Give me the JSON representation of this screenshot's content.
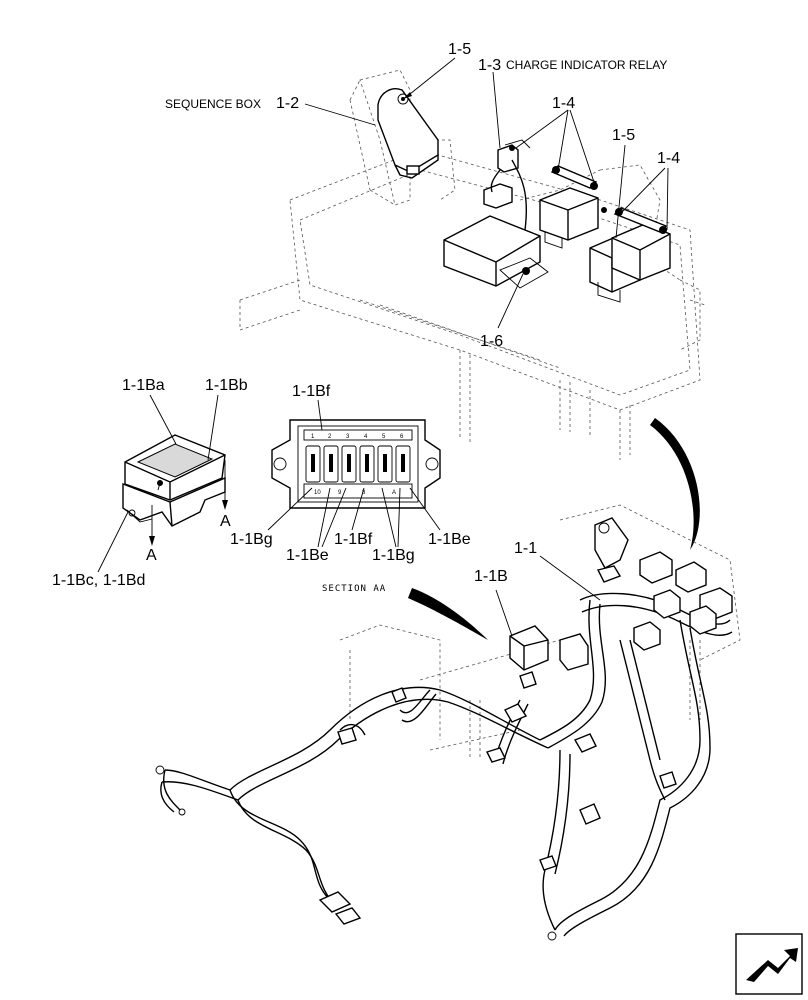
{
  "labels": {
    "sequence_box": "SEQUENCE BOX",
    "p1_2": "1-2",
    "p1_5_top": "1-5",
    "p1_3": "1-3",
    "charge_relay": "CHARGE INDICATOR RELAY",
    "p1_4_a": "1-4",
    "p1_5_b": "1-5",
    "p1_4_b": "1-4",
    "p1_6": "1-6",
    "p1_1Ba": "1-1Ba",
    "p1_1Bb": "1-1Bb",
    "p1_1Bf_top": "1-1Bf",
    "arrow_a1": "A",
    "arrow_a2": "A",
    "p1_1Bg_a": "1-1Bg",
    "p1_1Be_a": "1-1Be",
    "p1_1Bf_b": "1-1Bf",
    "p1_1Bg_b": "1-1Bg",
    "p1_1Be_b": "1-1Be",
    "p1_1Bc_d": "1-1Bc, 1-1Bd",
    "section_aa": "SECTION AA",
    "p1_1B": "1-1B",
    "p1_1": "1-1"
  },
  "fuse_pins_top": [
    "1",
    "2",
    "3",
    "4",
    "5",
    "6"
  ],
  "fuse_pins_bottom": [
    "10",
    "9",
    "8",
    "A"
  ],
  "icons": {
    "nav": "next-page-arrow-icon"
  }
}
